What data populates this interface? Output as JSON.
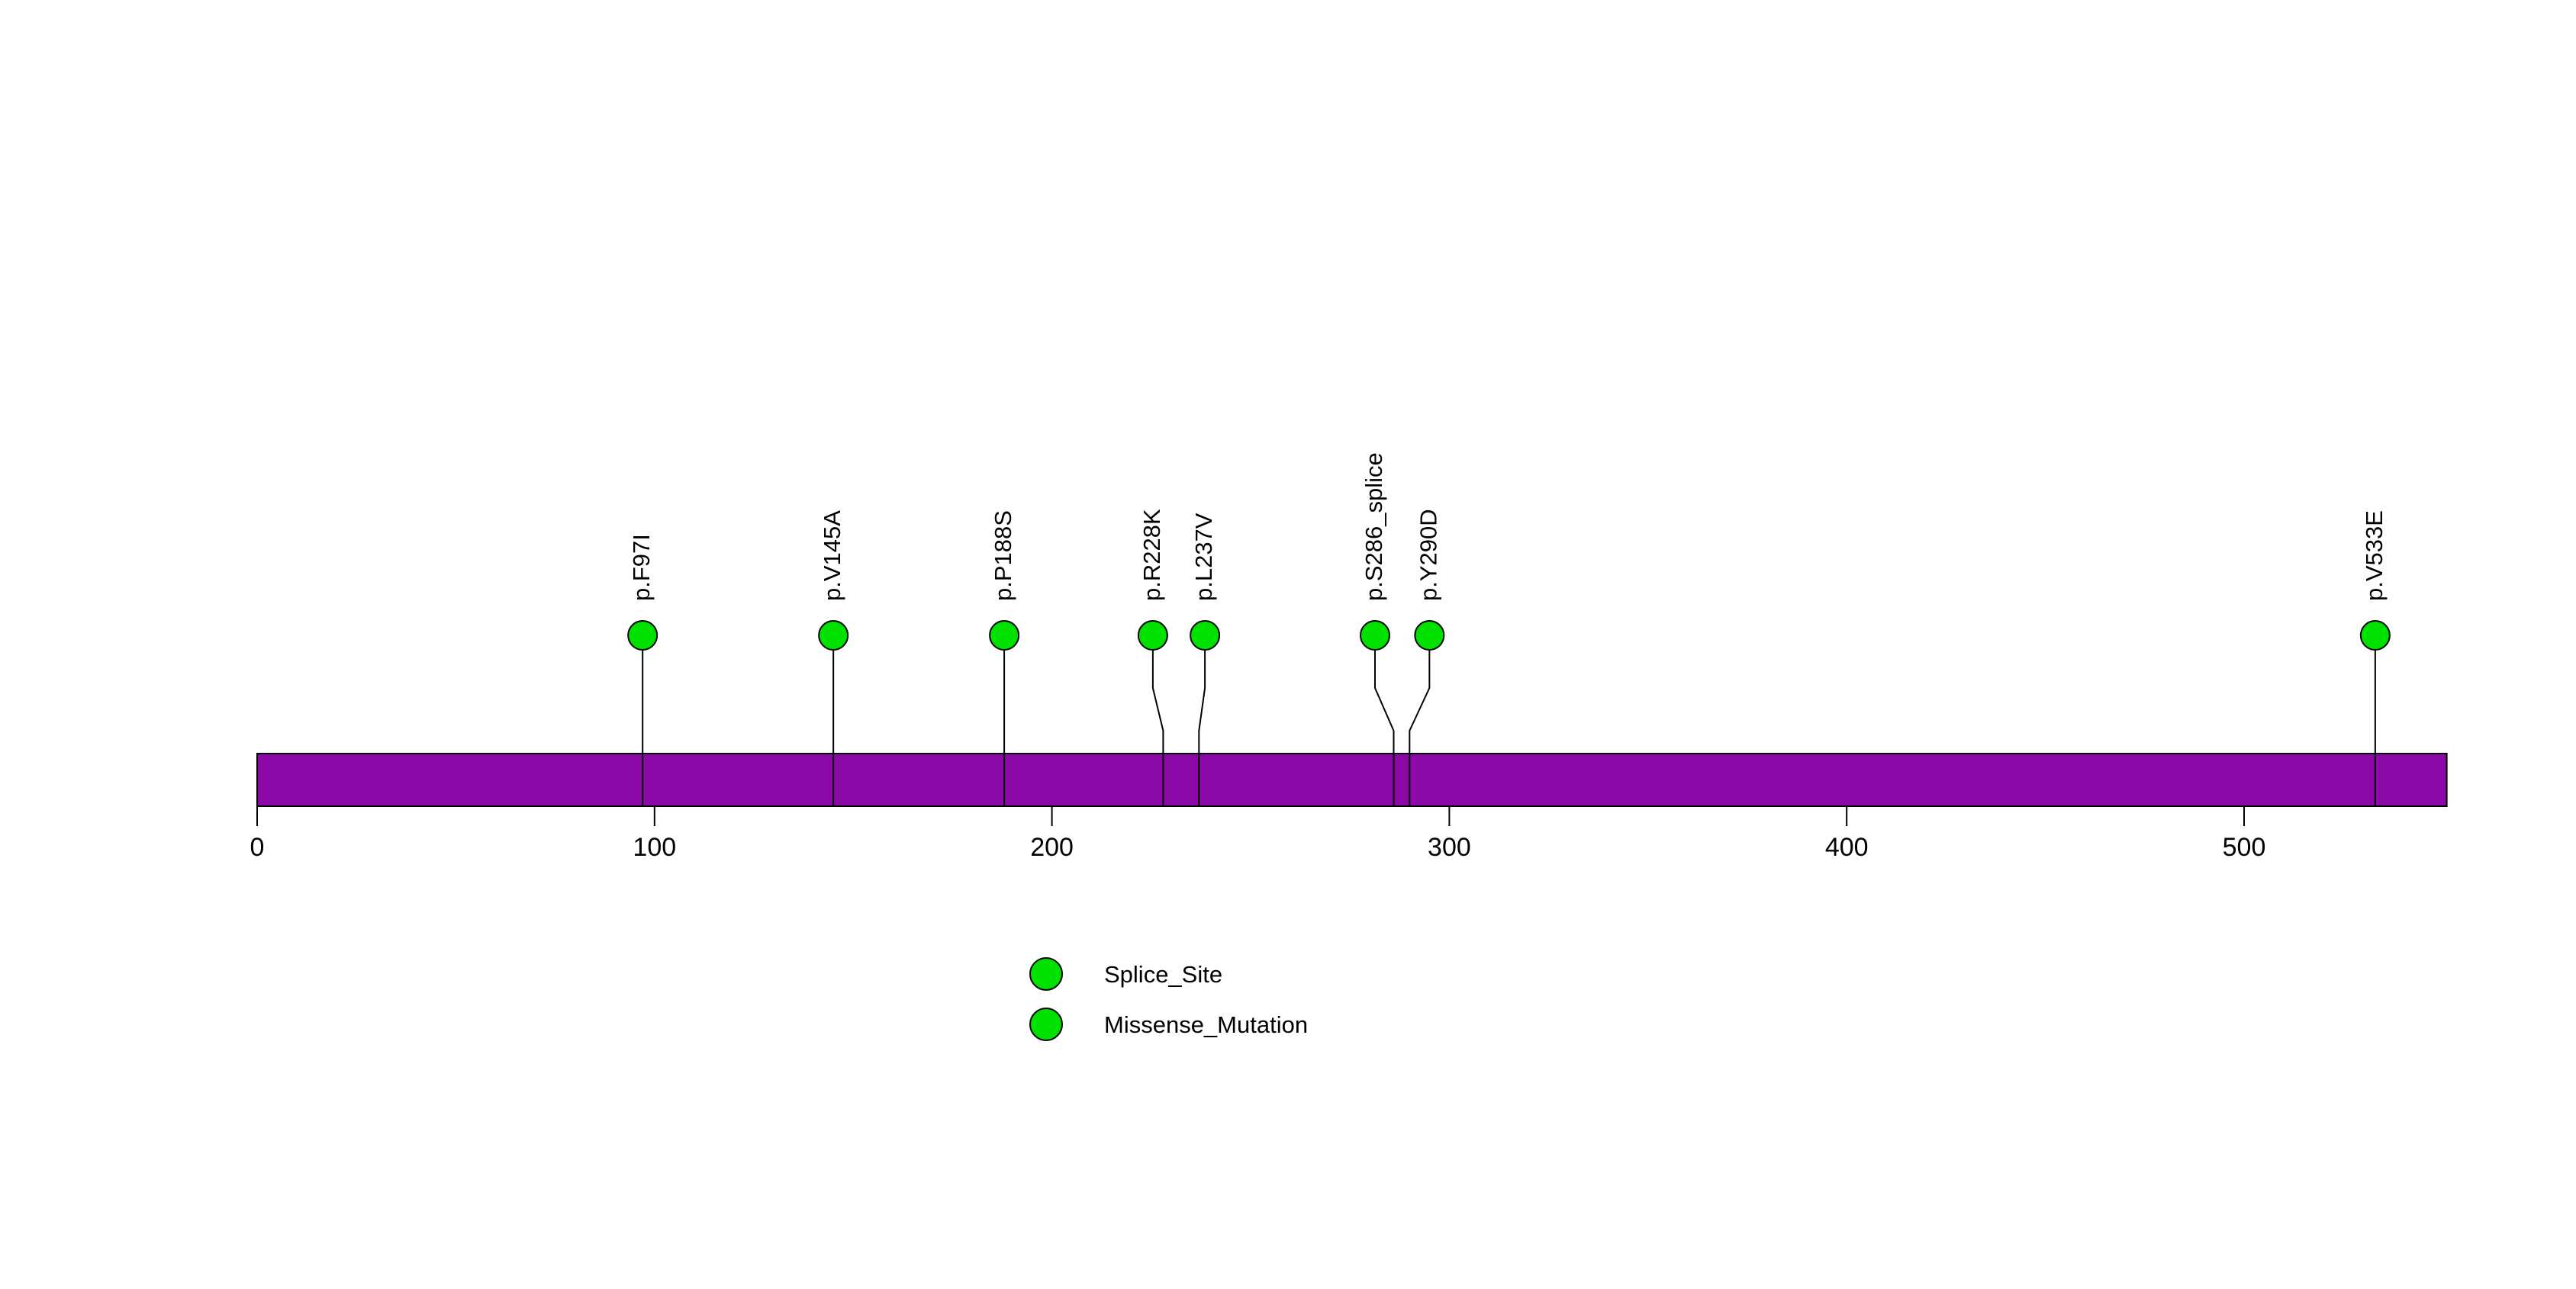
{
  "page": {
    "background": "#ffffff"
  },
  "chart_data": {
    "type": "lollipop",
    "description": "Protein lollipop mutation plot: mutations marked as green circles on stems above a purple protein backbone, with a position axis below and a mutation-type legend underneath",
    "title": "",
    "xlabel": "",
    "ylabel": "",
    "protein_length": 551,
    "xlim": [
      0,
      551
    ],
    "axis_ticks": [
      0,
      100,
      200,
      300,
      400,
      500
    ],
    "grid": false,
    "backbone": {
      "fill": "#8B09A8",
      "border": "#000000"
    },
    "mutation_point_fill": "#00E100",
    "mutation_point_border": "#000000",
    "mutations": [
      {
        "label": "p.F97I",
        "position": 97,
        "label_position": 97,
        "type": "Missense_Mutation"
      },
      {
        "label": "p.V145A",
        "position": 145,
        "label_position": 145,
        "type": "Missense_Mutation"
      },
      {
        "label": "p.P188S",
        "position": 188,
        "label_position": 188,
        "type": "Missense_Mutation"
      },
      {
        "label": "p.R228K",
        "position": 228,
        "label_position": 225.4,
        "type": "Missense_Mutation"
      },
      {
        "label": "p.L237V",
        "position": 237,
        "label_position": 238.5,
        "type": "Missense_Mutation"
      },
      {
        "label": "p.S286_splice",
        "position": 286,
        "label_position": 281.3,
        "type": "Splice_Site"
      },
      {
        "label": "p.Y290D",
        "position": 290,
        "label_position": 295,
        "type": "Missense_Mutation"
      },
      {
        "label": "p.V533E",
        "position": 533,
        "label_position": 533,
        "type": "Missense_Mutation"
      }
    ],
    "legend": {
      "position": "bottom-left-of-center",
      "items": [
        {
          "label": "Splice_Site",
          "color": "#00E100"
        },
        {
          "label": "Missense_Mutation",
          "color": "#00E100"
        }
      ]
    }
  }
}
